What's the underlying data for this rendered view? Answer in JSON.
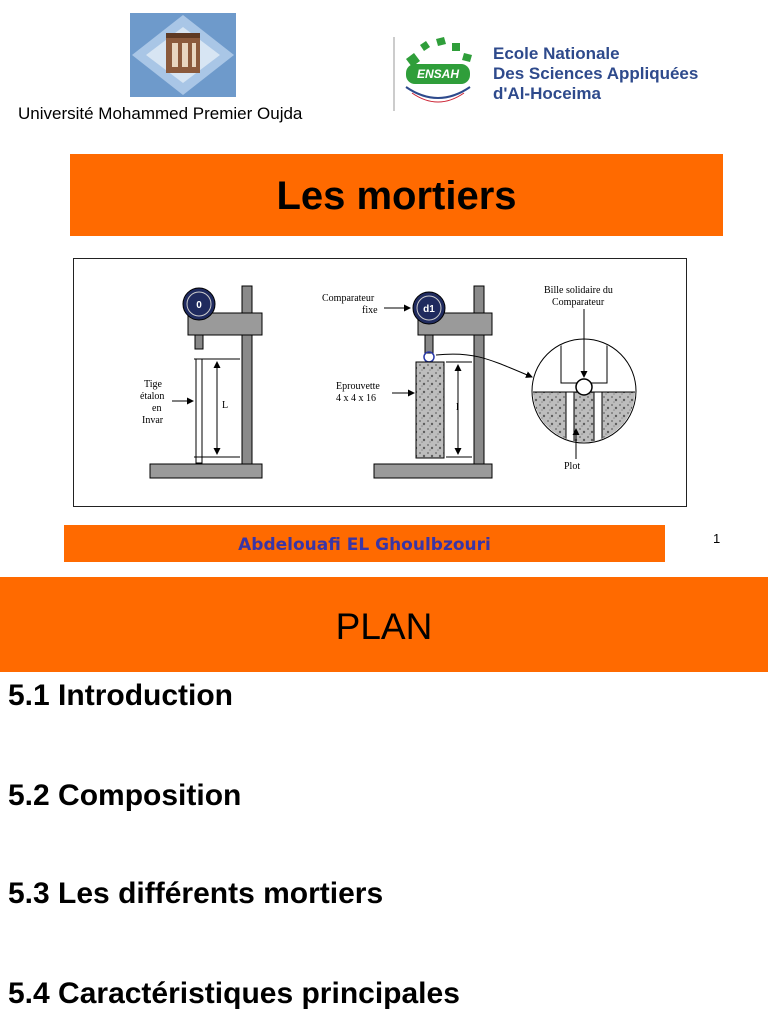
{
  "header": {
    "university_name": "Université Mohammed Premier Oujda",
    "school_logo_text": "ENSAH",
    "school_name": [
      "Ecole Nationale",
      "Des Sciences Appliquées",
      "d'Al-Hoceima"
    ]
  },
  "title": "Les mortiers",
  "figure": {
    "gauge_left": "0",
    "gauge_right": "d1",
    "label_tige": [
      "Tige",
      "étalon",
      "en",
      "Invar"
    ],
    "label_L": "L",
    "label_comparateur": [
      "Comparateur",
      "fixe"
    ],
    "label_eprouvette": [
      "Eprouvette",
      "4 x 4 x 16"
    ],
    "label_l": "l",
    "label_bille": [
      "Bille solidaire du",
      "Comparateur"
    ],
    "label_plot": "Plot"
  },
  "author": "Abdelouafi EL Ghoulbzouri",
  "page_number": "1",
  "plan": {
    "heading": "PLAN",
    "items": [
      "5.1 Introduction",
      "5.2 Composition",
      "5.3 Les différents mortiers",
      "5.4 Caractéristiques principales"
    ]
  },
  "colors": {
    "accent": "#ff6a00",
    "author_text": "#3a35a6",
    "school_text": "#2e4a8c"
  }
}
